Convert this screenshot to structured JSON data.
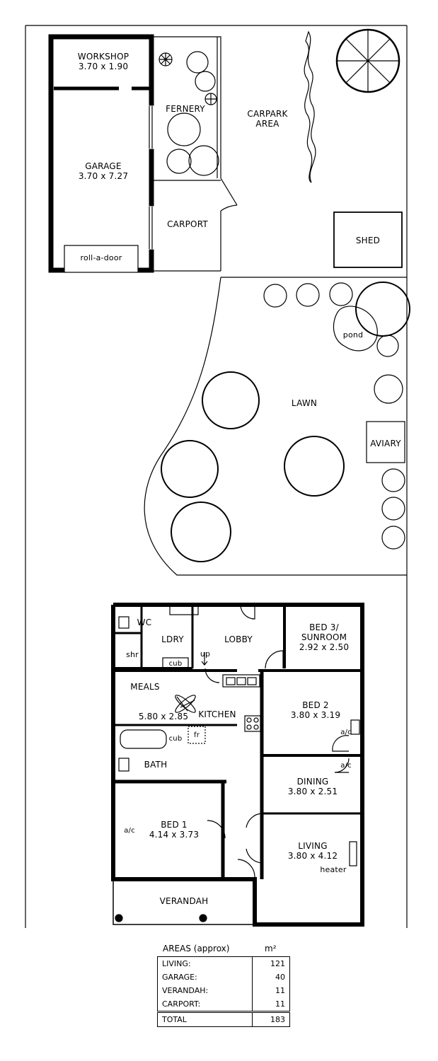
{
  "rooms": {
    "workshop": {
      "name": "WORKSHOP",
      "dims": "3.70 x 1.90"
    },
    "garage": {
      "name": "GARAGE",
      "dims": "3.70 x 7.27"
    },
    "roll_a_door": "roll-a-door",
    "fernery": "FERNERY",
    "carport": "CARPORT",
    "carpark_area": [
      "CARPARK",
      "AREA"
    ],
    "shed": "SHED",
    "pond": "pond",
    "lawn": "LAWN",
    "aviary": "AVIARY",
    "wc": "WC",
    "ldry": "LDRY",
    "lobby": "LOBBY",
    "bed3": {
      "name": [
        "BED 3/",
        "SUNROOM"
      ],
      "dims": "2.92 x 2.50"
    },
    "shr": "shr",
    "cub": "cub",
    "up": "up",
    "meals": "MEALS",
    "kitchen": {
      "name": "KITCHEN",
      "dims": "5.80 x 2.85"
    },
    "fr": "fr",
    "bed2": {
      "name": "BED 2",
      "dims": "3.80 x 3.19"
    },
    "ac": "a/c",
    "bath": "BATH",
    "dining": {
      "name": "DINING",
      "dims": "3.80 x 2.51"
    },
    "bed1": {
      "name": "BED 1",
      "dims": "4.14 x 3.73"
    },
    "living": {
      "name": "LIVING",
      "dims": "3.80 x 4.12"
    },
    "heater": "heater",
    "verandah": "VERANDAH"
  },
  "areas_table": {
    "title": "AREAS (approx)",
    "unit": "m²",
    "rows": [
      {
        "label": "LIVING:",
        "value": "121"
      },
      {
        "label": "GARAGE:",
        "value": "40"
      },
      {
        "label": "VERANDAH:",
        "value": "11"
      },
      {
        "label": "CARPORT:",
        "value": "11"
      }
    ],
    "total": {
      "label": "TOTAL",
      "value": "183"
    }
  }
}
